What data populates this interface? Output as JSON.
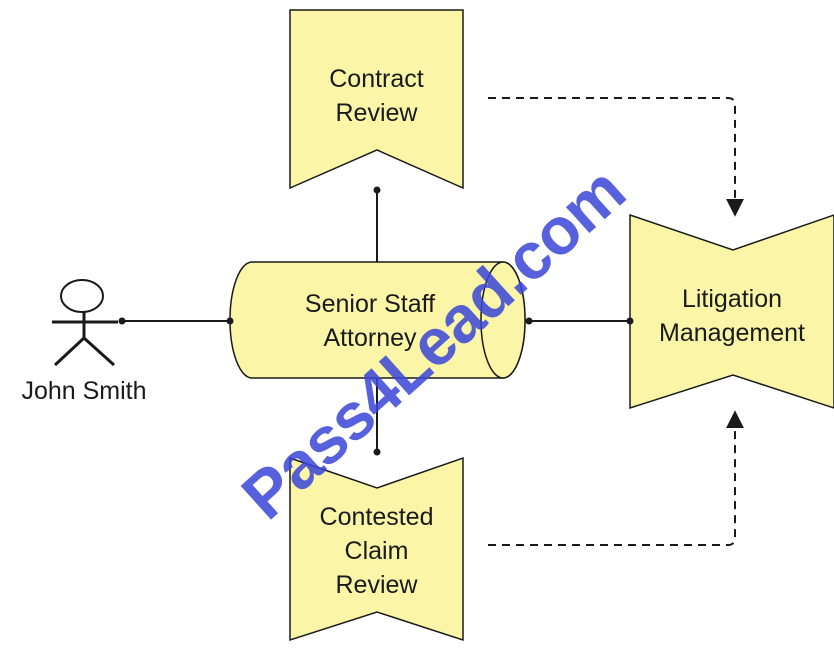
{
  "diagram": {
    "actor": {
      "name": "John Smith",
      "icon": "stick-figure-actor-icon"
    },
    "role": {
      "lines": [
        "Senior Staff",
        "Attorney"
      ],
      "shape": "cylinder"
    },
    "functions": {
      "contract_review": {
        "lines": [
          "Contract",
          "Review"
        ]
      },
      "contested_claim_review": {
        "lines": [
          "Contested",
          "Claim",
          "Review"
        ]
      },
      "litigation_management": {
        "lines": [
          "Litigation",
          "Management"
        ]
      }
    },
    "colors": {
      "shape_fill": "#fbf5a8",
      "stroke": "#1a1a1a",
      "watermark": "#3a46d8"
    }
  },
  "watermark": "Pass4Lead.com"
}
